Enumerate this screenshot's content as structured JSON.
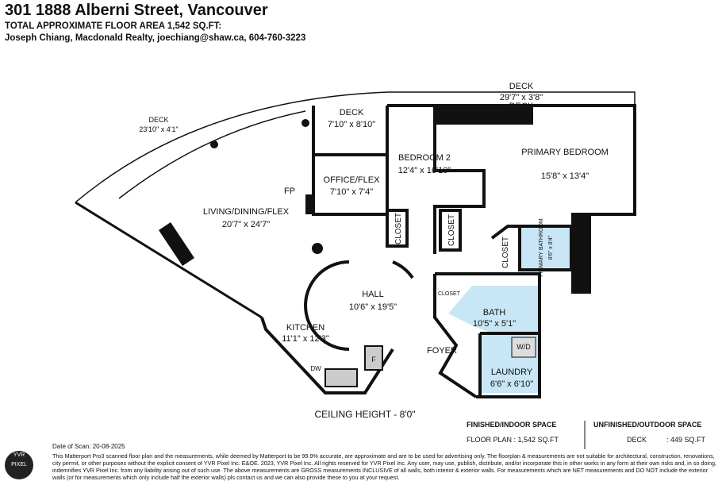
{
  "header": {
    "title": "301 1888 Alberni Street, Vancouver",
    "area": "TOTAL APPROXIMATE FLOOR AREA 1,542 SQ.FT:",
    "agent": "Joseph Chiang, Macdonald Realty, joechiang@shaw.ca, 604-760-3223"
  },
  "rooms": [
    {
      "name": "DECK",
      "dims": "29'7\" x 3'8\""
    },
    {
      "name": "DECK",
      "dims": "23'10\" x 4'1\""
    },
    {
      "name": "DECK",
      "dims": "7'10\" x 8'10\""
    },
    {
      "name": "OFFICE/FLEX",
      "dims": "7'10\" x 7'4\""
    },
    {
      "name": "BEDROOM 2",
      "dims": "12'4\" x 16'10\""
    },
    {
      "name": "PRIMARY BEDROOM",
      "dims": "15'8\" x 13'4\""
    },
    {
      "name": "LIVING/DINING/FLEX",
      "dims": "20'7\" x 24'7\""
    },
    {
      "name": "HALL",
      "dims": "10'6\" x 19'5\""
    },
    {
      "name": "KITCHEN",
      "dims": "11'1\" x 12'3\""
    },
    {
      "name": "BATH",
      "dims": "10'5\" x 5'1\""
    },
    {
      "name": "LAUNDRY",
      "dims": "6'6\" x 6'10\""
    },
    {
      "name": "PRIMARY BATHROOM",
      "dims": "8'6\" x 8'4\""
    }
  ],
  "labels": {
    "fp": "FP",
    "closet": "CLOSET",
    "foyer": "FOYER",
    "wd": "W/D",
    "dw": "DW",
    "fridge": "F",
    "ceiling": "CEILING HEIGHT - 8'0\""
  },
  "summary": {
    "indoor_title": "FINISHED/INDOOR SPACE",
    "indoor": "FLOOR PLAN  :  1,542 SQ.FT",
    "outdoor_title": "UNFINISHED/OUTDOOR SPACE",
    "outdoor_label": "DECK",
    "outdoor": ":  449 SQ.FT"
  },
  "footer": {
    "scan_date": "Date of Scan: 20-08-2025",
    "logo": "YVR PIXEL",
    "disclaimer": "This Matterport Pro3 scanned floor plan and the measurements, while deemed by Matterport to be 99.9% accurate, are approximate and are to be used for advertising only. The floorplan & measurements are not suitable for architectural, construction, renovations, city permit, or other purposes without the explicit consent of YVR Pixel Inc. E&OE. 2023, YVR Pixel Inc. All rights reserved for YVR Pixel Inc. Any user, may use, publish, distribute, and/or incorporate this in other works in any form at their own risks and, in so doing, indemnifies YVR Pixel Inc. from any liability arising out of such use. The above measurements are GROSS measurements INCLUSIVE of all walls, both interior & exterior walls. For measurements which are NET measurements and DO NOT include the exterior walls (or for measurements which only include half the exterior walls) pls contact us and we can also provide these to you at your request."
  },
  "colors": {
    "wet_room": "#c8e6f5",
    "wall": "#111111"
  }
}
